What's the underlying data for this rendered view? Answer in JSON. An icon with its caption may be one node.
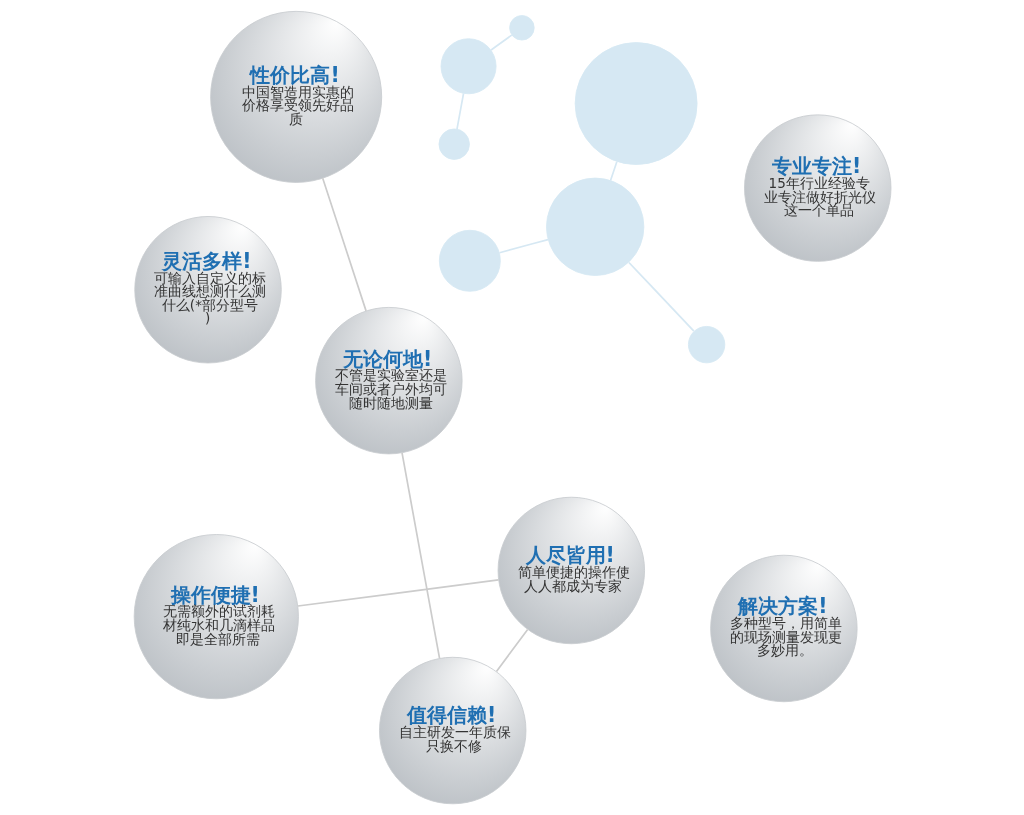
{
  "diagram": {
    "nodes": [
      {
        "text": [
          "操作便捷!",
          "无需额外的试剂耗材纯水和几滴样品即是全部所需"
        ]
      },
      {
        "text": [
          "人尽皆用!",
          "简单便捷的操作使人人都成为专家"
        ]
      },
      {
        "text": [
          "灵活多样!",
          "可输入自定义的标准曲线想测什么测什么(*部分型号)"
        ]
      },
      {
        "text": [
          "解决方案!",
          "多种型号，用简单的现场测量发现更多妙用。"
        ]
      },
      {
        "text": [
          "值得信赖!",
          "自主研发一年质保只换不修"
        ]
      },
      {
        "text": [
          "性价比高!",
          "中国智造用实惠的价格享受领先好品质"
        ]
      },
      {
        "text": [
          "专业专注!",
          "15年行业经验专业专注做好折光仪这一个单品"
        ]
      },
      {
        "text": [
          "无论何地!",
          "不管是实验室还是车间或者户外均可随时随地测量"
        ]
      },
      {
        "text": [],
        "shape": "circle"
      },
      {
        "text": [],
        "shape": "circle"
      },
      {
        "text": [],
        "shape": "circle"
      },
      {
        "text": [],
        "shape": "circle"
      },
      {
        "text": [],
        "shape": "circle"
      },
      {
        "text": [],
        "shape": "circle"
      },
      {
        "text": [],
        "shape": "circle"
      }
    ],
    "edges": [
      {
        "from": 8,
        "to": 9,
        "arrow": "none",
        "color": "#d6e8f3"
      },
      {
        "from": 9,
        "to": 10,
        "arrow": "none",
        "color": "#d6e8f3"
      },
      {
        "from": 9,
        "to": 14,
        "arrow": "none",
        "color": "#d6e8f3"
      },
      {
        "from": 11,
        "to": 12,
        "arrow": "none",
        "color": "#d6e8f3"
      },
      {
        "from": 11,
        "to": 13,
        "arrow": "none",
        "color": "#d6e8f3"
      },
      {
        "from": 0,
        "to": 1,
        "arrow": "none"
      },
      {
        "from": 1,
        "to": 4,
        "arrow": "none"
      },
      {
        "from": 4,
        "to": 7,
        "arrow": "none"
      },
      {
        "from": 5,
        "to": 7,
        "arrow": "none"
      }
    ]
  }
}
